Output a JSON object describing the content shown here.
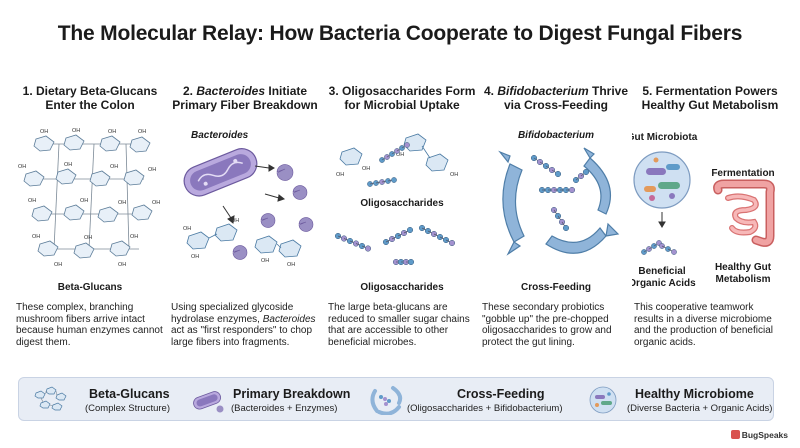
{
  "title": "The Molecular Relay: How Bacteria Cooperate to Digest Fungal Fibers",
  "steps": [
    {
      "heading_line1": "1. Dietary Beta-Glucans",
      "heading_line2": "Enter the Colon",
      "image_label": "Beta-Glucans",
      "oh_label": "OH",
      "description": "These complex, branching mushroom fibers arrive intact because human enzymes cannot digest them."
    },
    {
      "heading_num": "2.",
      "heading_italic": "Bacteroides",
      "heading_rest": "Initiate",
      "heading_line2": "Primary Fiber Breakdown",
      "image_label": "Bacteroides",
      "desc_part1": "Using specialized glycoside hydrolase enzymes,",
      "desc_italic": "Bacteroides",
      "desc_part2": "act as \"first responders\" to chop large fibers into fragments."
    },
    {
      "heading_line1": "3. Oligosaccharides Form",
      "heading_line2": "for Microbial Uptake",
      "image_label_1": "Oligosaccharides",
      "image_label_2": "Oligosaccharides",
      "description": "The large beta-glucans are reduced to smaller sugar chains that are accessible to other beneficial microbes."
    },
    {
      "heading_num": "4.",
      "heading_italic": "Bifidobacterium",
      "heading_rest": "Thrive",
      "heading_line2": "via Cross-Feeding",
      "image_label_1": "Bifidobacterium",
      "image_label_2": "Cross-Feeding",
      "description": "These secondary probiotics \"gobble up\" the pre-chopped oligosaccharides to grow and protect the gut lining."
    },
    {
      "heading_line1": "5. Fermentation Powers",
      "heading_line2": "Healthy Gut Metabolism",
      "label_microbiota": "Gut Microbiota",
      "label_fermentation": "Fermentation",
      "label_acids_1": "Beneficial",
      "label_acids_2": "Organic Acids",
      "label_metabolism_1": "Healthy Gut",
      "label_metabolism_2": "Metabolism",
      "description": "This cooperative teamwork results in a diverse microbiome and the production of beneficial organic acids."
    }
  ],
  "legend": [
    {
      "title": "Beta-Glucans",
      "subtitle": "(Complex Structure)",
      "icon": "glucan-icon"
    },
    {
      "title": "Primary Breakdown",
      "subtitle": "(Bacteroides + Enzymes)",
      "icon": "bacteroides-icon"
    },
    {
      "title": "Cross-Feeding",
      "subtitle": "(Oligosaccharides + Bifidobacterium)",
      "icon": "cross-feeding-icon"
    },
    {
      "title": "Healthy Microbiome",
      "subtitle": "(Diverse Bacteria + Organic Acids)",
      "icon": "microbiome-icon"
    }
  ],
  "brand": "BugSpeaks",
  "colors": {
    "glucan_ring": "#7fa6c9",
    "glucan_fill": "#e8f0f8",
    "bacteroides": "#8a78bd",
    "bifido": "#8fb4d9",
    "enzyme": "#9a8fc4",
    "chain_a": "#5f9bc9",
    "chain_b": "#a392cf",
    "intestine": "#e58b8b",
    "legend_bg": "#e8edf5"
  }
}
